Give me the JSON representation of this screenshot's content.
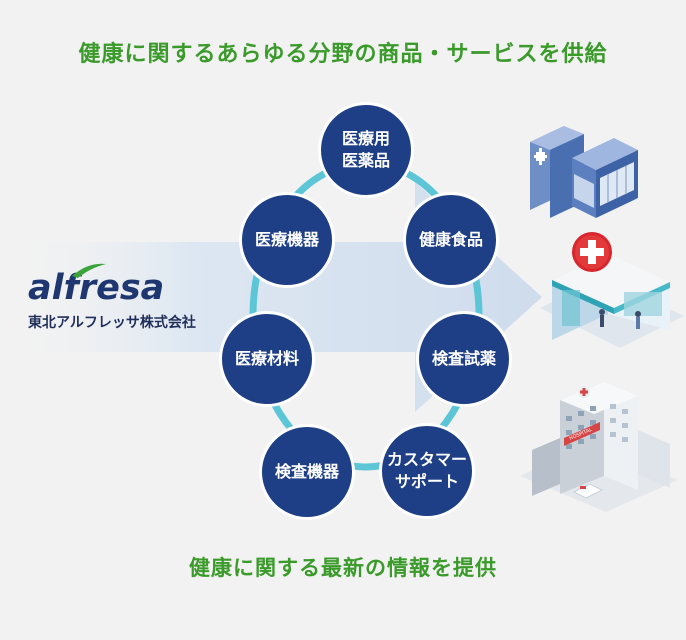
{
  "headline_top": "健康に関するあらゆる分野の商品・サービスを供給",
  "headline_bottom": "健康に関する最新の情報を提供",
  "logo": {
    "wordmark": "alfresa",
    "company_name": "東北アルフレッサ株式会社"
  },
  "cycle_items": [
    {
      "label": "医療用\n医薬品"
    },
    {
      "label": "健康食品"
    },
    {
      "label": "検査試薬"
    },
    {
      "label": "カスタマー\nサポート"
    },
    {
      "label": "検査機器"
    },
    {
      "label": "医療材料"
    },
    {
      "label": "医療機器"
    }
  ],
  "destinations": [
    {
      "icon": "pharmacy-building-icon"
    },
    {
      "icon": "clinic-icon"
    },
    {
      "icon": "hospital-icon"
    }
  ],
  "hospital_sign": "HOSPITAL",
  "colors": {
    "headline_green": "#3a9a2a",
    "node_navy": "#1e3f86",
    "ring_cyan": "#5cc6d6",
    "arrow_light": "#dbe6f2",
    "logo_navy": "#1f3770",
    "logo_green": "#3aa33a"
  }
}
